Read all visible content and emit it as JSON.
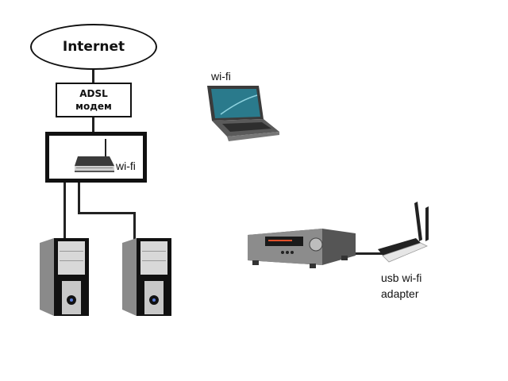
{
  "nodes": {
    "internet": {
      "label": "Internet"
    },
    "modem": {
      "line1": "ADSL",
      "line2": "модем"
    },
    "router": {
      "label": "wi-fi"
    },
    "laptop": {
      "label": "wi-fi"
    },
    "usb_adapter": {
      "line1": "usb wi-fi",
      "line2": "adapter"
    }
  }
}
